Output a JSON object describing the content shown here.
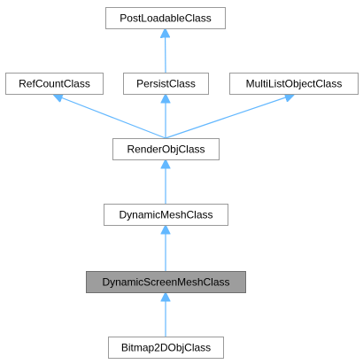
{
  "diagram": {
    "nodes": [
      {
        "id": "postloadable",
        "label": "PostLoadableClass",
        "highlighted": false
      },
      {
        "id": "refcount",
        "label": "RefCountClass",
        "highlighted": false
      },
      {
        "id": "persist",
        "label": "PersistClass",
        "highlighted": false
      },
      {
        "id": "multilist",
        "label": "MultiListObjectClass",
        "highlighted": false
      },
      {
        "id": "renderobj",
        "label": "RenderObjClass",
        "highlighted": false
      },
      {
        "id": "dynamicmesh",
        "label": "DynamicMeshClass",
        "highlighted": false
      },
      {
        "id": "dynamicscreenmesh",
        "label": "DynamicScreenMeshClass",
        "highlighted": true
      },
      {
        "id": "bitmap2dobj",
        "label": "Bitmap2DObjClass",
        "highlighted": false
      }
    ],
    "edges": [
      {
        "from": "persist",
        "to": "postloadable"
      },
      {
        "from": "renderobj",
        "to": "refcount"
      },
      {
        "from": "renderobj",
        "to": "persist"
      },
      {
        "from": "renderobj",
        "to": "multilist"
      },
      {
        "from": "dynamicmesh",
        "to": "renderobj"
      },
      {
        "from": "dynamicscreenmesh",
        "to": "dynamicmesh"
      },
      {
        "from": "bitmap2dobj",
        "to": "dynamicscreenmesh"
      }
    ],
    "colors": {
      "edge": "#63b8ff",
      "highlight_fill": "#9d9d9d",
      "border": "#9a9a9a"
    }
  }
}
